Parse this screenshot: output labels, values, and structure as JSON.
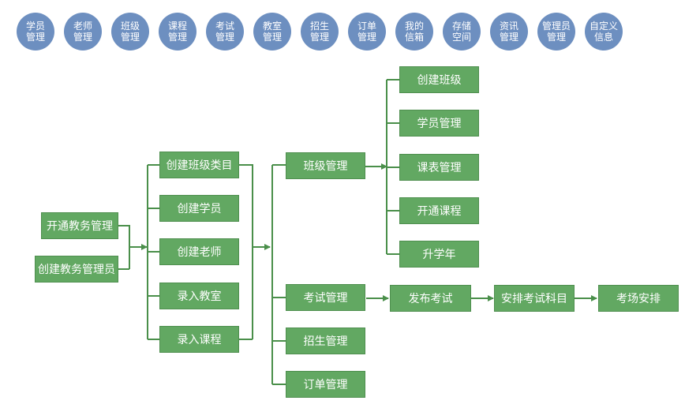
{
  "nav": [
    {
      "id": "students",
      "label": "学员\n管理"
    },
    {
      "id": "teachers",
      "label": "老师\n管理"
    },
    {
      "id": "classes",
      "label": "班级\n管理"
    },
    {
      "id": "courses",
      "label": "课程\n管理"
    },
    {
      "id": "exams",
      "label": "考试\n管理"
    },
    {
      "id": "classrooms",
      "label": "教室\n管理"
    },
    {
      "id": "enrollment",
      "label": "招生\n管理"
    },
    {
      "id": "orders",
      "label": "订单\n管理"
    },
    {
      "id": "mailbox",
      "label": "我的\n信箱"
    },
    {
      "id": "storage",
      "label": "存储\n空间"
    },
    {
      "id": "news",
      "label": "资讯\n管理"
    },
    {
      "id": "admins",
      "label": "管理员\n管理"
    },
    {
      "id": "custom-info",
      "label": "自定义\n信息"
    }
  ],
  "flow": {
    "entry": [
      "开通教务管理",
      "创建教务管理员"
    ],
    "setup": [
      "创建班级类目",
      "创建学员",
      "创建老师",
      "录入教室",
      "录入课程"
    ],
    "modules": [
      "班级管理",
      "考试管理",
      "招生管理",
      "订单管理"
    ],
    "class_tasks": [
      "创建班级",
      "学员管理",
      "课表管理",
      "开通课程",
      "升学年"
    ],
    "exam_steps": [
      "发布考试",
      "安排考试科目",
      "考场安排"
    ]
  },
  "colors": {
    "nav_circle": "#6d8fc0",
    "box_fill": "#62a862",
    "line": "#4a8f4a"
  }
}
